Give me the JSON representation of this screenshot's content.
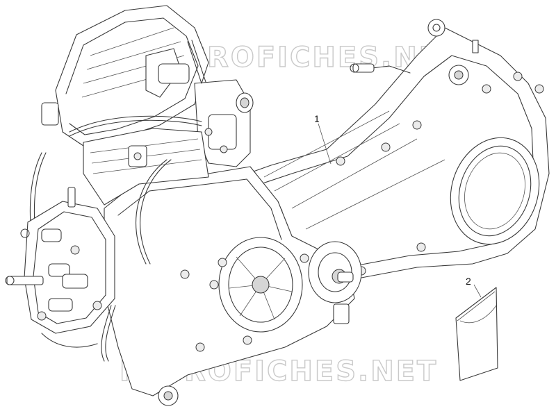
{
  "watermark": {
    "text": "MICROFICHES.NET"
  },
  "callouts": [
    {
      "id": "1",
      "label": "1"
    },
    {
      "id": "2",
      "label": "2"
    }
  ],
  "colors": {
    "line": "#3a3a3a",
    "watermark": "#c9c9c9",
    "background": "#ffffff"
  }
}
